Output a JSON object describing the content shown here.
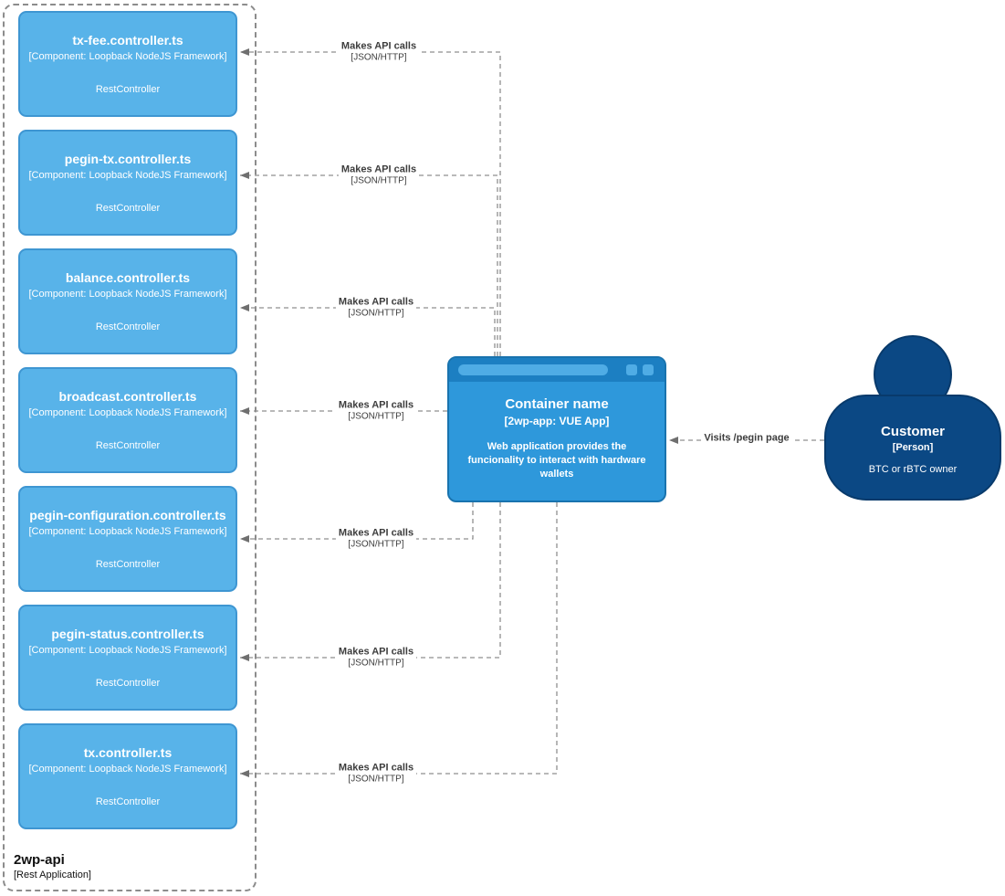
{
  "diagram": {
    "boundary": {
      "name": "2wp-api",
      "type": "[Rest Application]",
      "controllers": [
        {
          "title": "tx-fee.controller.ts",
          "meta": "[Component: Loopback NodeJS Framework]",
          "role": "RestController"
        },
        {
          "title": "pegin-tx.controller.ts",
          "meta": "[Component: Loopback NodeJS Framework]",
          "role": "RestController"
        },
        {
          "title": "balance.controller.ts",
          "meta": "[Component: Loopback NodeJS Framework]",
          "role": "RestController"
        },
        {
          "title": "broadcast.controller.ts",
          "meta": "[Component: Loopback NodeJS Framework]",
          "role": "RestController"
        },
        {
          "title": "pegin-configuration.controller.ts",
          "meta": "[Component: Loopback NodeJS Framework]",
          "role": "RestController"
        },
        {
          "title": "pegin-status.controller.ts",
          "meta": "[Component: Loopback NodeJS Framework]",
          "role": "RestController"
        },
        {
          "title": "tx.controller.ts",
          "meta": "[Component: Loopback NodeJS Framework]",
          "role": "RestController"
        }
      ]
    },
    "container": {
      "title": "Container name",
      "subtitle": "[2wp-app: VUE App]",
      "description": "Web application provides the funcionality to interact with hardware wallets"
    },
    "person": {
      "name": "Customer",
      "type": "[Person]",
      "description": "BTC or rBTC owner"
    },
    "relationships": {
      "api_call": {
        "label": "Makes API calls",
        "tech": "[JSON/HTTP]"
      },
      "visit": {
        "label": "Visits /pegin page"
      }
    },
    "colors": {
      "component_fill": "#58B3E9",
      "component_border": "#3E96D2",
      "container_fill": "#2E98DB",
      "container_chrome": "#1C7FC2",
      "person_fill": "#0B4884",
      "line": "#8F8F8F"
    }
  }
}
